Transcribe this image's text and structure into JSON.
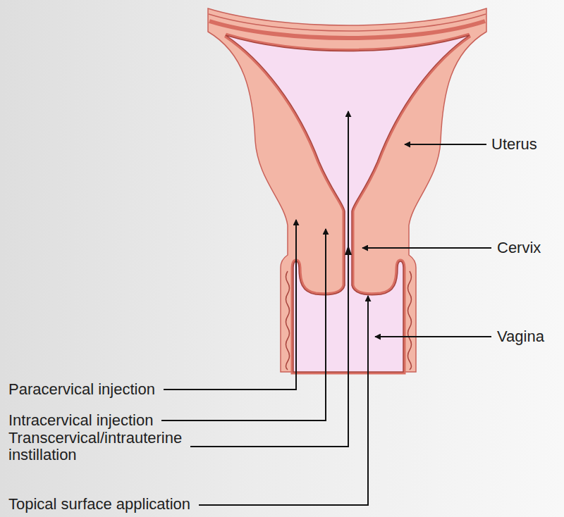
{
  "diagram": {
    "labels": [
      "Uterus",
      "Cervix",
      "Vagina",
      "Paracervical injection",
      "Intracervical injection",
      "Transcervical/intrauterine instillation",
      "Topical surface application"
    ]
  }
}
